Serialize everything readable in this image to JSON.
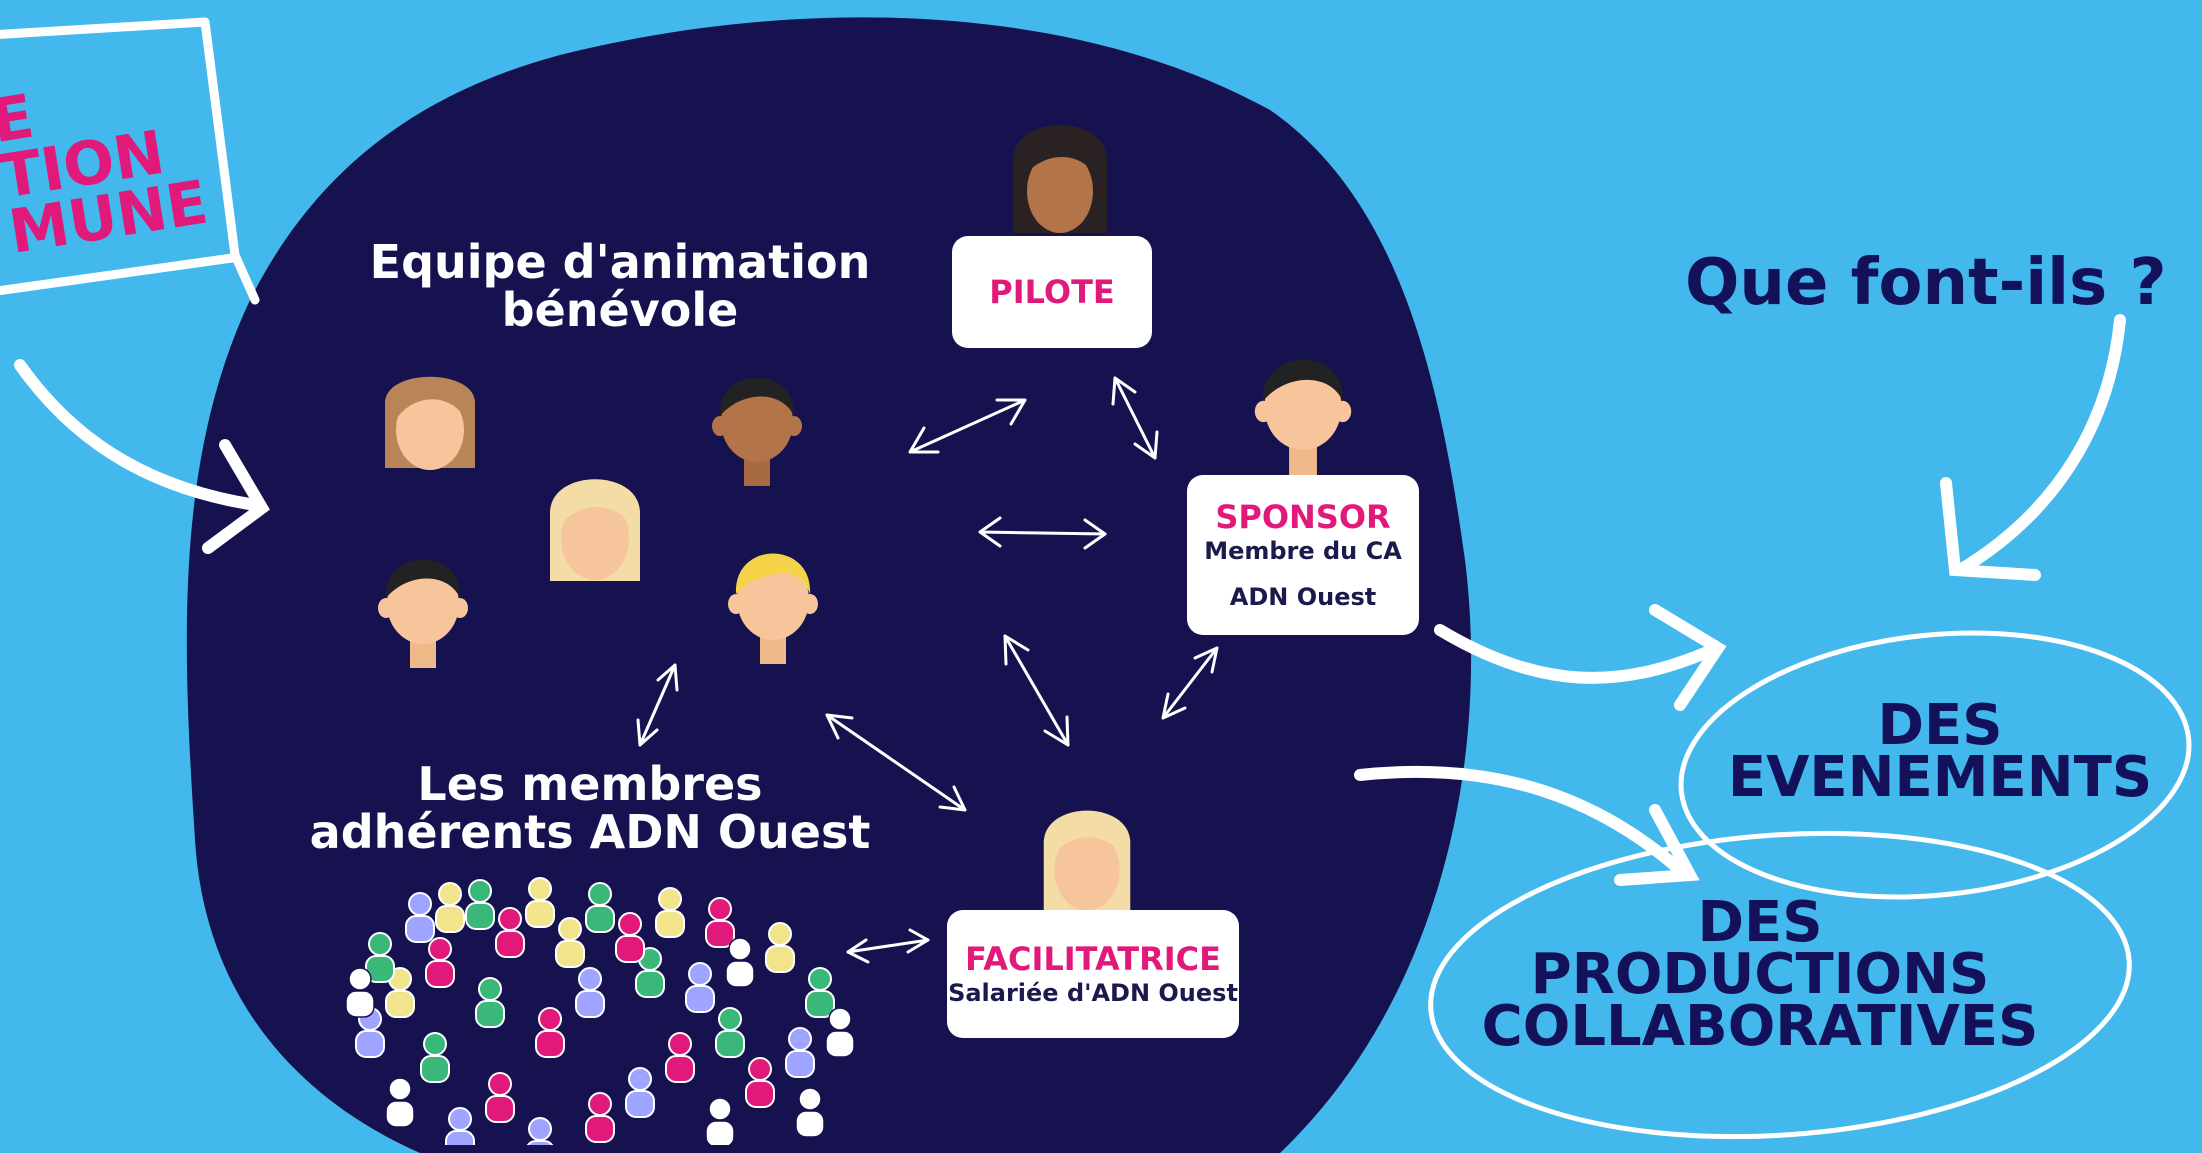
{
  "stamp": {
    "lines": [
      "E",
      "TION",
      "MUNE"
    ]
  },
  "team": {
    "line1": "Equipe d'animation",
    "line2": "bénévole"
  },
  "members": {
    "line1": "Les membres",
    "line2": "adhérents ADN Ouest"
  },
  "cards": {
    "pilote": {
      "role": "PILOTE"
    },
    "sponsor": {
      "role": "SPONSOR",
      "sub1": "Membre du CA",
      "sub2": "ADN Ouest"
    },
    "facilitatrice": {
      "role": "FACILITATRICE",
      "sub1": "Salariée d'ADN Ouest"
    }
  },
  "question": "Que font-ils ?",
  "outcomes": {
    "events": {
      "line1": "DES",
      "line2": "EVENEMENTS"
    },
    "productions": {
      "line1": "DES",
      "line2": "PRODUCTIONS",
      "line3": "COLLABORATIVES"
    }
  },
  "colors": {
    "background": "#43b8ec",
    "blob": "#16124f",
    "accent_pink": "#e0197b",
    "navy_text": "#13115a",
    "skin": "#f6c59c",
    "skin_dark": "#b27448"
  },
  "icons": [
    "person-icon",
    "crowd-icon",
    "double-arrow-icon",
    "curved-arrow-icon"
  ]
}
